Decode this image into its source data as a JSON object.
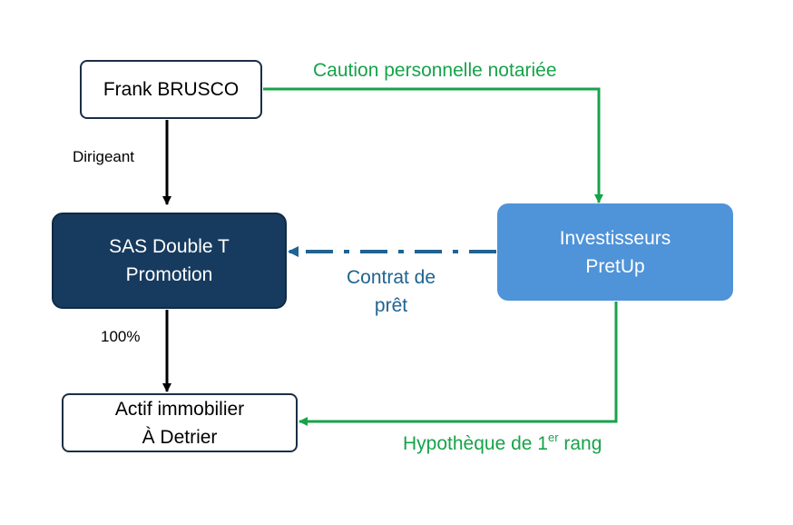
{
  "nodes": {
    "frank": {
      "label": "Frank BRUSCO"
    },
    "sas": {
      "line1": "SAS Double T",
      "line2": "Promotion"
    },
    "investisseurs": {
      "line1": "Investisseurs",
      "line2": "PretUp"
    },
    "actif": {
      "line1": "Actif immobilier",
      "line2": "À Detrier"
    }
  },
  "edges": {
    "dirigeant": {
      "label": "Dirigeant"
    },
    "ownership": {
      "label": "100%"
    },
    "caution": {
      "label": "Caution personnelle notariée"
    },
    "contrat": {
      "line1": "Contrat de",
      "line2": "prêt"
    },
    "hypotheque": {
      "label_main": "Hypothèque de 1",
      "label_sup": "er",
      "label_end": " rang"
    }
  },
  "colors": {
    "green": "#16a34a",
    "navy": "#173b5f",
    "blue": "#4f93d9",
    "teal_dash": "#1f6390",
    "black": "#000000"
  }
}
